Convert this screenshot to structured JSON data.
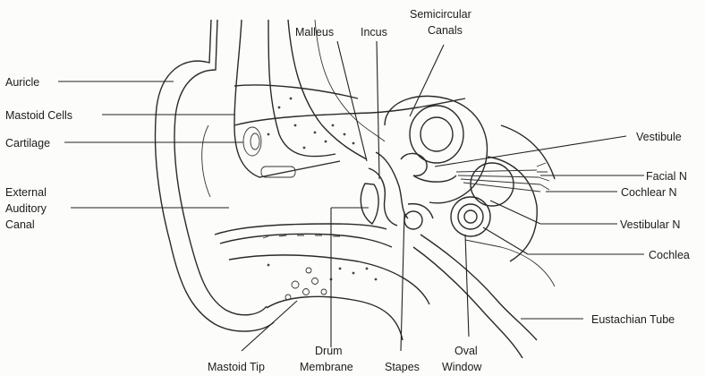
{
  "diagram": {
    "labels": {
      "auricle": "Auricle",
      "mastoid_cells": "Mastoid Cells",
      "cartilage": "Cartilage",
      "eac_1": "External",
      "eac_2": "Auditory",
      "eac_3": "Canal",
      "malleus": "Malleus",
      "incus": "Incus",
      "semi_1": "Semicircular",
      "semi_2": "Canals",
      "vestibule": "Vestibule",
      "facial_n": "Facial N",
      "cochlear_n": "Cochlear N",
      "vestibular_n": "Vestibular N",
      "cochlea": "Cochlea",
      "eustachian": "Eustachian Tube",
      "mastoid_tip": "Mastoid Tip",
      "drum_1": "Drum",
      "drum_2": "Membrane",
      "stapes": "Stapes",
      "oval_1": "Oval",
      "oval_2": "Window"
    }
  }
}
